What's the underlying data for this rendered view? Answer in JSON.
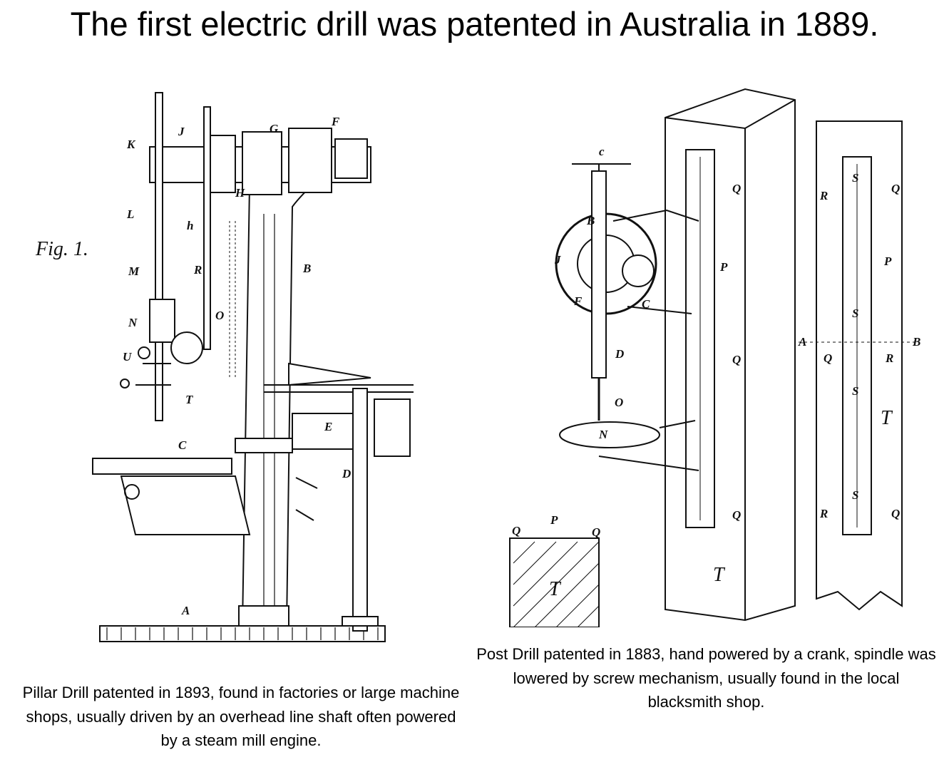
{
  "title": "The first electric drill was patented in Australia in 1889.",
  "left_figure": {
    "fig_label": "Fig. 1.",
    "part_letters": [
      "K",
      "J",
      "G",
      "F",
      "H",
      "L",
      "h",
      "M",
      "R",
      "B",
      "N",
      "U",
      "O",
      "T",
      "C",
      "E",
      "D",
      "A"
    ],
    "caption": "Pillar Drill patented in 1893, found in factories or large machine shops, usually driven by an overhead line shaft often powered by a steam mill engine."
  },
  "right_figure": {
    "part_letters": [
      "c",
      "B",
      "J",
      "F",
      "C",
      "D",
      "O",
      "N",
      "P",
      "Q",
      "R",
      "S",
      "T",
      "A",
      "B"
    ],
    "caption": "Post Drill patented in 1883, hand powered by a crank, spindle was lowered by screw mechanism, usually found in the local blacksmith shop."
  }
}
